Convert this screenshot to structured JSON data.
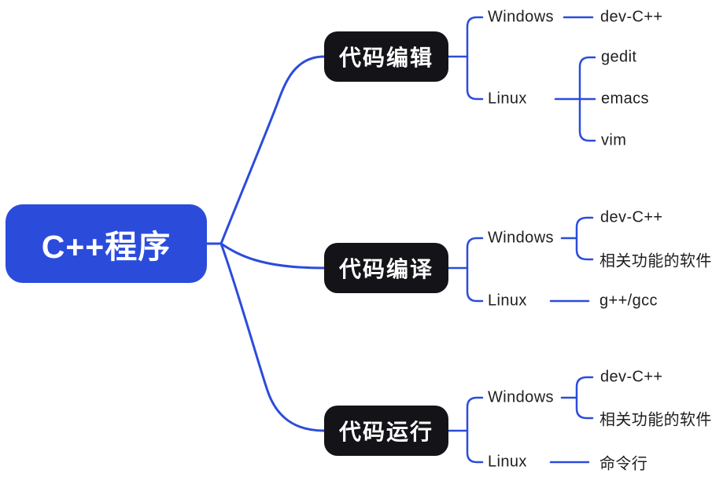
{
  "colors": {
    "accent": "#2b4cdb",
    "branch_bg": "#141418",
    "text": "#1f1f22",
    "background": "#ffffff"
  },
  "root": {
    "label": "C++程序"
  },
  "branches": [
    {
      "label": "代码编辑",
      "children": [
        {
          "label": "Windows",
          "children": [
            {
              "label": "dev-C++"
            }
          ]
        },
        {
          "label": "Linux",
          "children": [
            {
              "label": "gedit"
            },
            {
              "label": "emacs"
            },
            {
              "label": "vim"
            }
          ]
        }
      ]
    },
    {
      "label": "代码编译",
      "children": [
        {
          "label": "Windows",
          "children": [
            {
              "label": "dev-C++"
            },
            {
              "label": "相关功能的软件"
            }
          ]
        },
        {
          "label": "Linux",
          "children": [
            {
              "label": "g++/gcc"
            }
          ]
        }
      ]
    },
    {
      "label": "代码运行",
      "children": [
        {
          "label": "Windows",
          "children": [
            {
              "label": "dev-C++"
            },
            {
              "label": "相关功能的软件"
            }
          ]
        },
        {
          "label": "Linux",
          "children": [
            {
              "label": "命令行"
            }
          ]
        }
      ]
    }
  ]
}
